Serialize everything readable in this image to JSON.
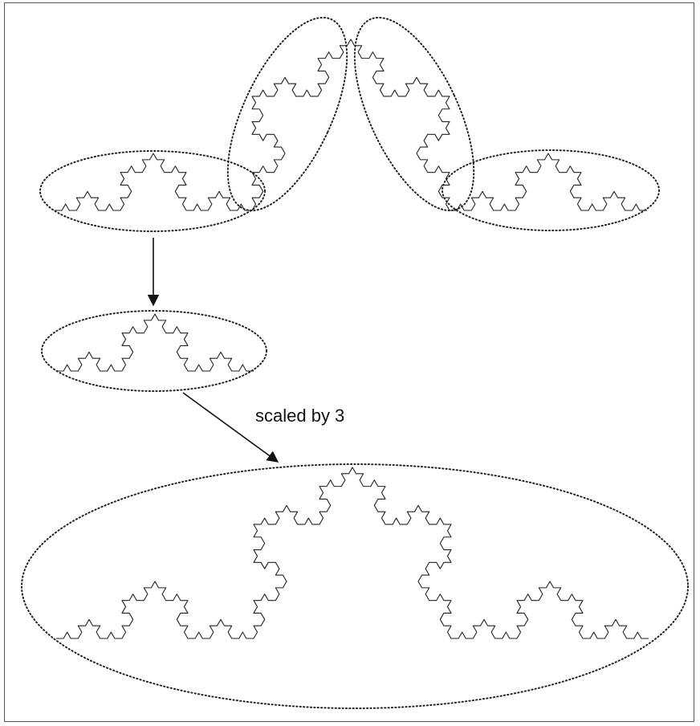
{
  "annotation": {
    "scale_label": "scaled by 3"
  },
  "figure": {
    "fractal": "koch-curve",
    "top_curve_recursion_levels": 4,
    "highlighted_pieces": 4,
    "scale_factor": 3,
    "line_color": "#222222",
    "background_color": "#ffffff"
  }
}
